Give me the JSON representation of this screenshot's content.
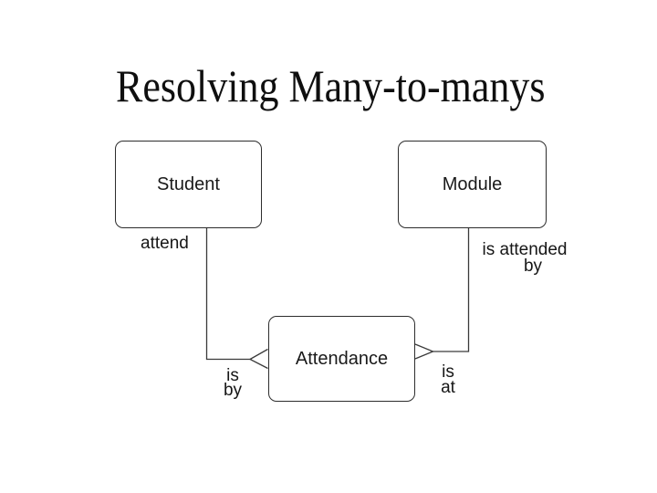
{
  "slide": {
    "background_color": "#ffffff",
    "title": "Resolving Many-to-manys",
    "title_color": "#0f0f0f"
  },
  "diagram": {
    "type": "entity-relationship",
    "notation": "crows-foot",
    "line_color": "#3a3a3a",
    "box_border_color": "#2d2d2d",
    "text_color": "#1a1a1a",
    "entities": [
      {
        "name": "Student"
      },
      {
        "name": "Module"
      },
      {
        "name": "Attendance"
      }
    ],
    "labels": {
      "attend": "attend",
      "is_attended_by": [
        "is attended",
        "by"
      ],
      "is_by": [
        "is",
        "by"
      ],
      "is_at": [
        "is",
        "at"
      ]
    }
  }
}
